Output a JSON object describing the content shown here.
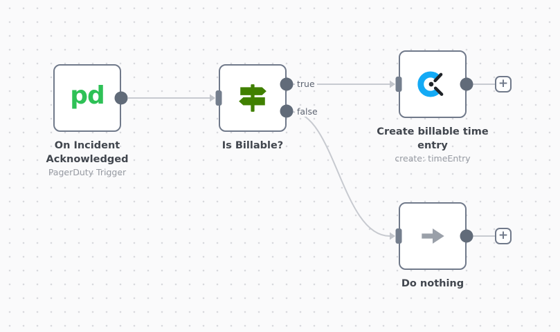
{
  "workflow": {
    "plus_label": "+",
    "connection_labels": {
      "true": "true",
      "false": "false"
    },
    "nodes": [
      {
        "id": "pagerduty-trigger",
        "icon": "pagerduty-logo",
        "icon_text": "pd",
        "title_lines": [
          "On Incident",
          "Acknowledged"
        ],
        "subtitle": "PagerDuty Trigger"
      },
      {
        "id": "if-node",
        "icon": "signpost-icon",
        "title_lines": [
          "Is Billable?"
        ]
      },
      {
        "id": "clockify-node",
        "icon": "clockify-icon",
        "title_lines": [
          "Create billable time",
          "entry"
        ],
        "subtitle": "create: timeEntry"
      },
      {
        "id": "noop-node",
        "icon": "arrow-right-icon",
        "title_lines": [
          "Do nothing"
        ]
      }
    ],
    "colors": {
      "canvas_bg": "#fafafb",
      "canvas_dot": "#d8d9dd",
      "node_border": "#70798a",
      "endpoint": "#616b79",
      "wire": "#c7cad0",
      "pagerduty_green": "#2ec156",
      "if_green": "#408000",
      "clockify_blue": "#14aaf5",
      "noop_gray": "#9aa0a9",
      "title_text": "#41464e",
      "subtitle_text": "#969aa2"
    }
  }
}
